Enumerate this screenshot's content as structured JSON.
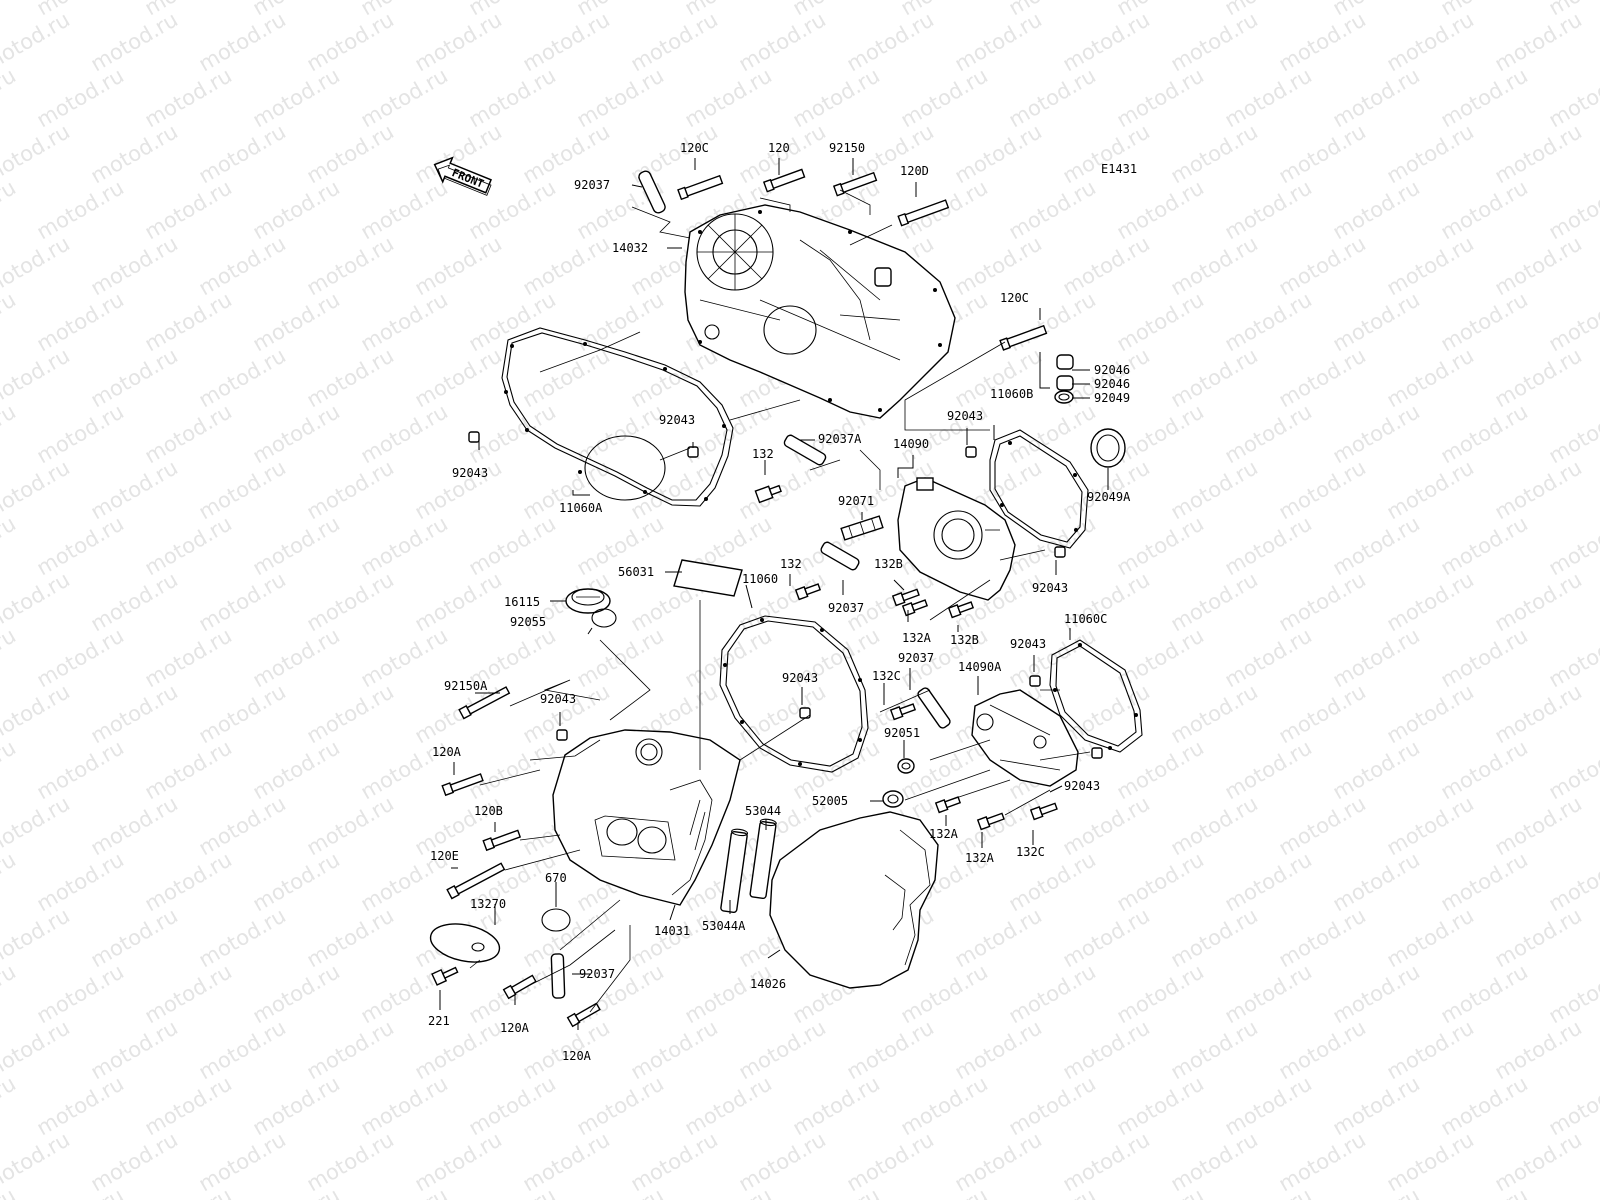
{
  "diagram_id": "E1431",
  "front_label": "FRONT",
  "watermark": "motod.ru",
  "labels": {
    "l_120c_top": "120C",
    "l_120_top": "120",
    "l_92150": "92150",
    "l_120d": "120D",
    "l_92037_top": "92037",
    "l_14032": "14032",
    "l_120c_right": "120C",
    "l_92046_a": "92046",
    "l_92046_b": "92046",
    "l_92049": "92049",
    "l_92043_mid": "92043",
    "l_92043_left": "92043",
    "l_132_top": "132",
    "l_92037a": "92037A",
    "l_14090": "14090",
    "l_92043_r1": "92043",
    "l_11060b": "11060B",
    "l_92049a": "92049A",
    "l_11060a": "11060A",
    "l_92071": "92071",
    "l_56031": "56031",
    "l_132_mid": "132",
    "l_11060": "11060",
    "l_132b_a": "132B",
    "l_92037_mid": "92037",
    "l_92043_r2": "92043",
    "l_16115": "16115",
    "l_92055": "92055",
    "l_132a_a": "132A",
    "l_132b_b": "132B",
    "l_11060c": "11060C",
    "l_92037_r": "92037",
    "l_14090a": "14090A",
    "l_92043_r3": "92043",
    "l_132c_a": "132C",
    "l_92150a": "92150A",
    "l_92043_l2": "92043",
    "l_92043_c": "92043",
    "l_92051": "92051",
    "l_120a_a": "120A",
    "l_52005": "52005",
    "l_92043_r4": "92043",
    "l_53044": "53044",
    "l_120b": "120B",
    "l_132a_b": "132A",
    "l_132a_c": "132A",
    "l_132c_b": "132C",
    "l_120e": "120E",
    "l_670": "670",
    "l_13270": "13270",
    "l_14031": "14031",
    "l_53044a": "53044A",
    "l_14026": "14026",
    "l_92037_bot": "92037",
    "l_221": "221",
    "l_120a_b": "120A",
    "l_120a_c": "120A"
  }
}
